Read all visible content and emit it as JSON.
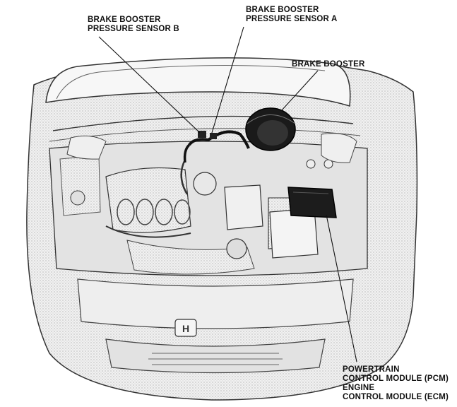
{
  "labels": {
    "sensor_b": {
      "line1": "BRAKE BOOSTER",
      "line2": "PRESSURE SENSOR B"
    },
    "sensor_a": {
      "line1": "BRAKE BOOSTER",
      "line2": "PRESSURE SENSOR A"
    },
    "brake_booster": {
      "line1": "BRAKE BOOSTER"
    },
    "pcm": {
      "line1": "POWERTRAIN",
      "line2": "CONTROL MODULE (PCM)",
      "line3": "ENGINE",
      "line4": "CONTROL MODULE (ECM)"
    }
  },
  "colors": {
    "ink": "#111111",
    "paper": "#ffffff",
    "shade": "#d9d9d9"
  }
}
